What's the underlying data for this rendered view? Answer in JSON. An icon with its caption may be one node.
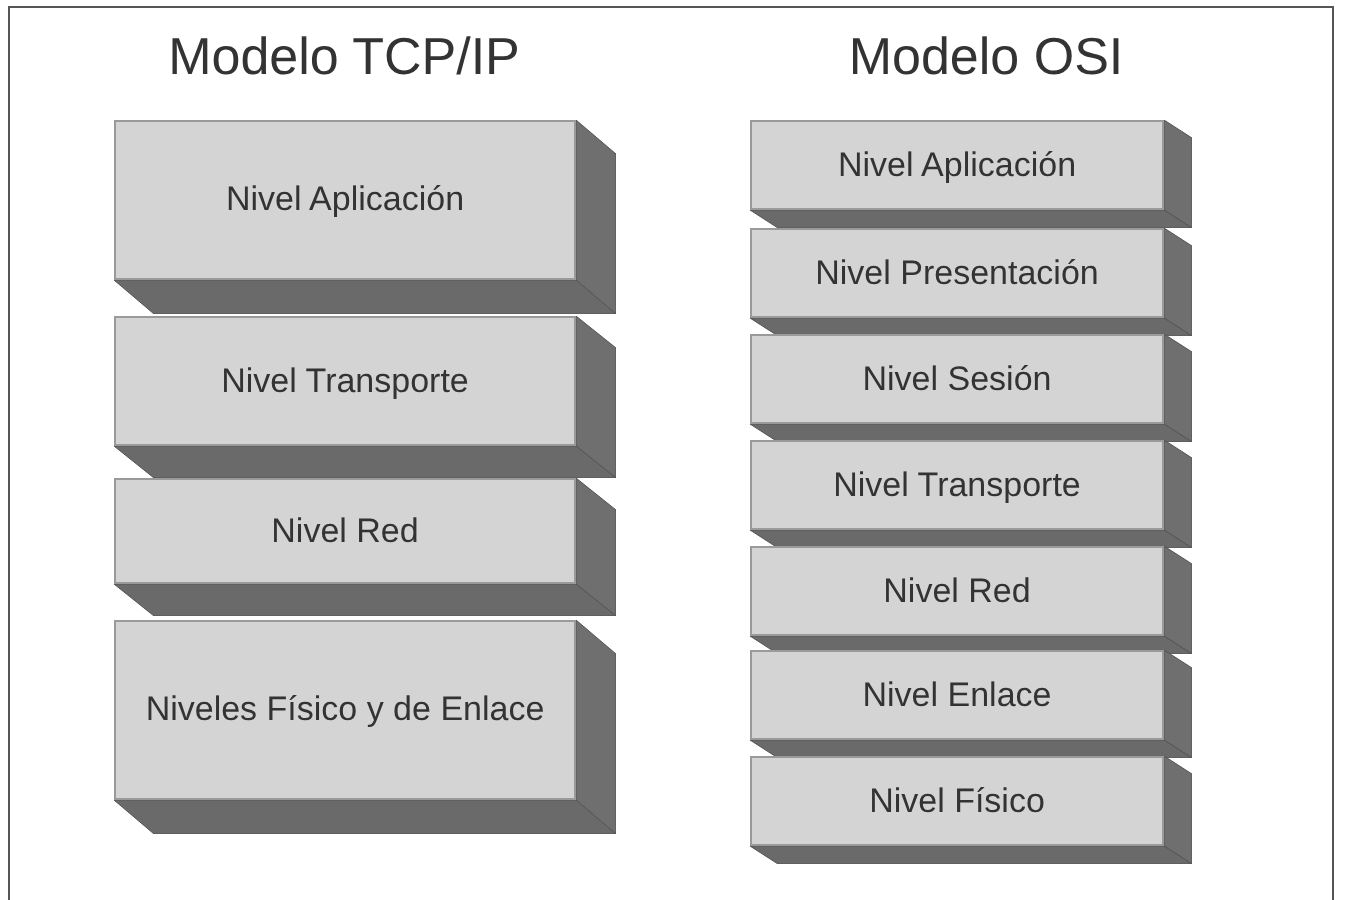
{
  "diagram": {
    "nodes": [
      {
        "text": [
          "Nivel Aplicación"
        ]
      },
      {
        "text": [
          "Nivel Transporte"
        ]
      },
      {
        "text": [
          "Nivel Red"
        ]
      },
      {
        "text": [
          "Niveles Físico y de Enlace"
        ]
      },
      {
        "text": [
          "Nivel Aplicación"
        ]
      },
      {
        "text": [
          "Nivel Presentación"
        ]
      },
      {
        "text": [
          "Nivel Sesión"
        ]
      },
      {
        "text": [
          "Nivel Transporte"
        ]
      },
      {
        "text": [
          "Nivel Red"
        ]
      },
      {
        "text": [
          "Nivel Enlace"
        ]
      },
      {
        "text": [
          "Nivel Físico"
        ]
      }
    ],
    "labels": [
      "Modelo TCP/IP",
      "Modelo OSI"
    ]
  }
}
